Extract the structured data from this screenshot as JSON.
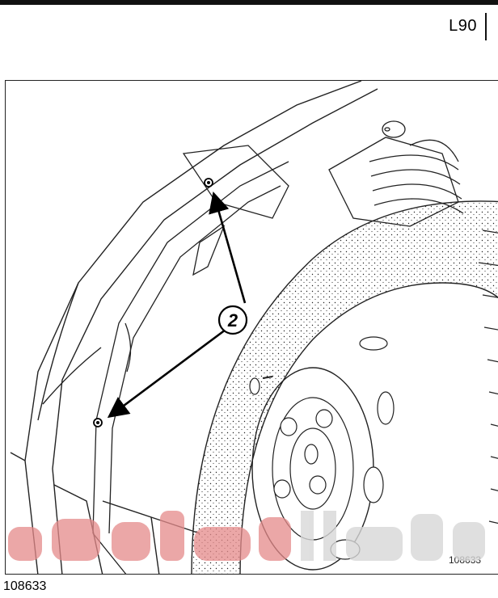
{
  "header": {
    "code": "L90"
  },
  "figure": {
    "callout": "2",
    "inner_code": "108633",
    "icons": [
      "clip-fastener-icon",
      "callout-arrow-icon",
      "wheel-icon"
    ]
  },
  "caption": {
    "number": "108633"
  },
  "colors": {
    "ink": "#111111",
    "watermark_red": "#e58a8a",
    "watermark_grey": "#d8d8d8"
  }
}
